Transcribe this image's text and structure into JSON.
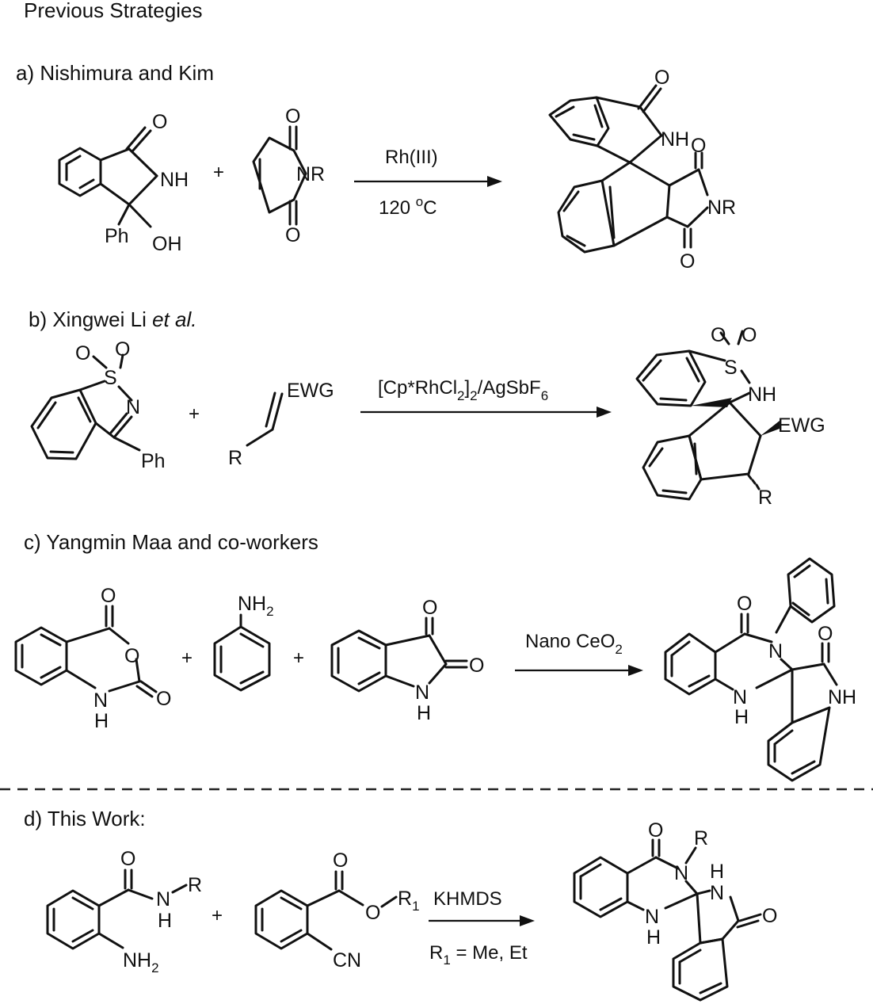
{
  "header": "Previous Strategies",
  "sections": {
    "a": {
      "label": "a) Nishimura and Kim",
      "reagent": "Rh(III)",
      "condition_prefix": "120 ",
      "condition_sup": "o",
      "condition_suffix": "C"
    },
    "b": {
      "label": "b) Xingwei Li ",
      "label_italic": "et al.",
      "reagent_parts": [
        "[Cp*RhCl",
        "2",
        "]",
        "2",
        "/AgSbF",
        "6"
      ]
    },
    "c": {
      "label": "c) Yangmin Maa and co-workers",
      "reagent": "Nano CeO",
      "reagent_sub": "2"
    },
    "d": {
      "label": "d) This Work:",
      "reagent": "KHMDS",
      "condition_main": "R",
      "condition_sub": "1",
      "condition_rest": " = Me, Et"
    }
  },
  "atoms": {
    "O": "O",
    "NH": "NH",
    "NR": "NR",
    "N": "N",
    "H": "H",
    "Ph": "Ph",
    "OH": "OH",
    "S": "S",
    "R": "R",
    "EWG": "EWG",
    "NH2": "NH",
    "NH2_sub": "2",
    "R1": "R",
    "R1_sub": "1",
    "CN": "CN",
    "plus": "+"
  },
  "colors": {
    "ink": "#111111",
    "background": "#ffffff"
  }
}
